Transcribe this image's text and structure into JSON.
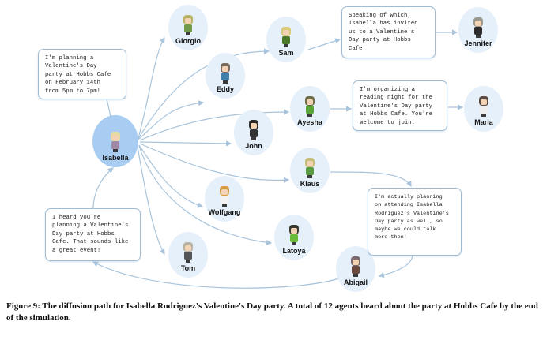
{
  "nodes": {
    "isabella": "Isabella",
    "giorgio": "Giorgio",
    "sam": "Sam",
    "jennifer": "Jennifer",
    "eddy": "Eddy",
    "ayesha": "Ayesha",
    "maria": "Maria",
    "john": "John",
    "klaus": "Klaus",
    "wolfgang": "Wolfgang",
    "latoya": "Latoya",
    "tom": "Tom",
    "abigail": "Abigail"
  },
  "bubbles": {
    "isabella": "I'm planning a\nValentine's Day\nparty at Hobbs Cafe\non February 14th\nfrom 5pm to 7pm!",
    "sam": "Speaking of which,\nIsabella has invited\nus to a Valentine's\nDay party at Hobbs\nCafe.",
    "ayesha": "I'm organizing a\nreading night for the\nValentine's Day party\nat Hobbs Cafe. You're\nwelcome to join.",
    "klaus": "I'm actually planning\non attending Isabella\nRodriguez's Valentine's\nDay party as well, so\nmaybe we could talk\nmore then!",
    "abigail": "I heard you're\nplanning a Valentine's\nDay party at Hobbs\nCafe. That sounds like\na great event!"
  },
  "caption": "Figure 9: The diffusion path for Isabella Rodriguez's Valentine's Day party. A total of 12 agents heard about the party at Hobbs Cafe by the end of the simulation.",
  "colors": {
    "edge": "#a8c4dc",
    "node": "#e6f0fb",
    "main_node": "#a9cdf2"
  }
}
